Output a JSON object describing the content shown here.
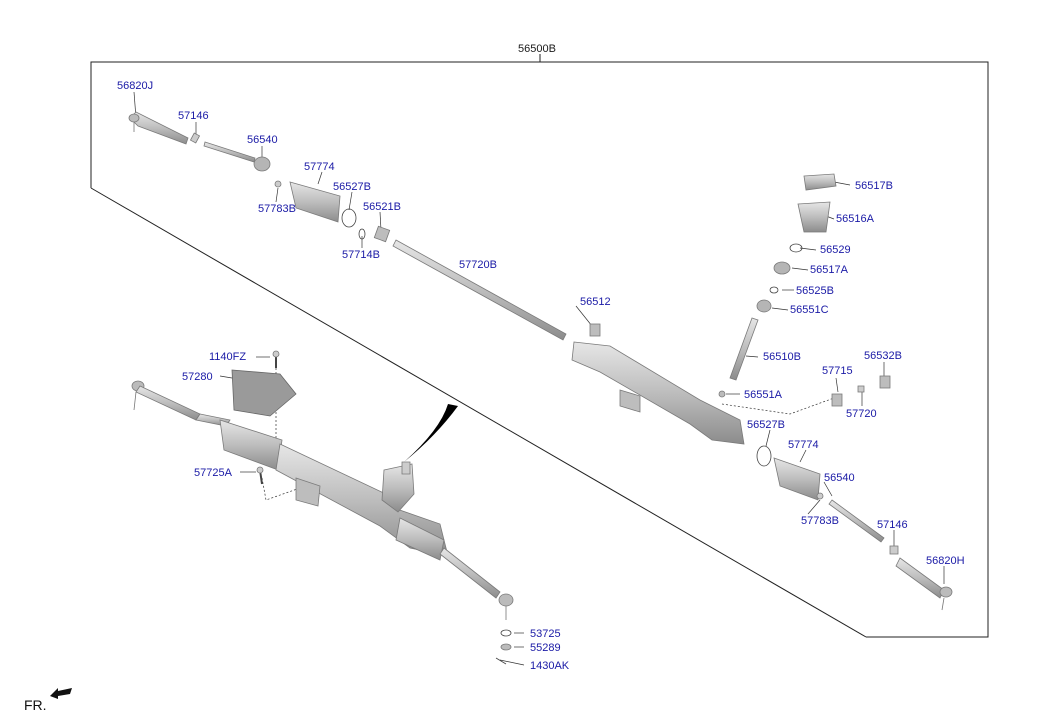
{
  "assembly_label": "56500B",
  "direction_label": "FR.",
  "parts": {
    "p56820J": "56820J",
    "p57146_a": "57146",
    "p56540_a": "56540",
    "p57774_a": "57774",
    "p56527B_a": "56527B",
    "p57783B_a": "57783B",
    "p56521B": "56521B",
    "p57714B": "57714B",
    "p57720B": "57720B",
    "p56512": "56512",
    "p56517B": "56517B",
    "p56516A": "56516A",
    "p56529": "56529",
    "p56517A": "56517A",
    "p56525B": "56525B",
    "p56551C": "56551C",
    "p56510B": "56510B",
    "p56532B": "56532B",
    "p57715": "57715",
    "p56551A": "56551A",
    "p57720": "57720",
    "p56527B_b": "56527B",
    "p57774_b": "57774",
    "p56540_b": "56540",
    "p57783B_b": "57783B",
    "p57146_b": "57146",
    "p56820H": "56820H",
    "p1140FZ": "1140FZ",
    "p57280": "57280",
    "p57725A": "57725A",
    "p53725": "53725",
    "p55289": "55289",
    "p1430AK": "1430AK"
  },
  "colors": {
    "label": "#1a1aa6",
    "line": "#222222",
    "part_fill": "#c9c9c9",
    "part_stroke": "#7a7a7a"
  }
}
